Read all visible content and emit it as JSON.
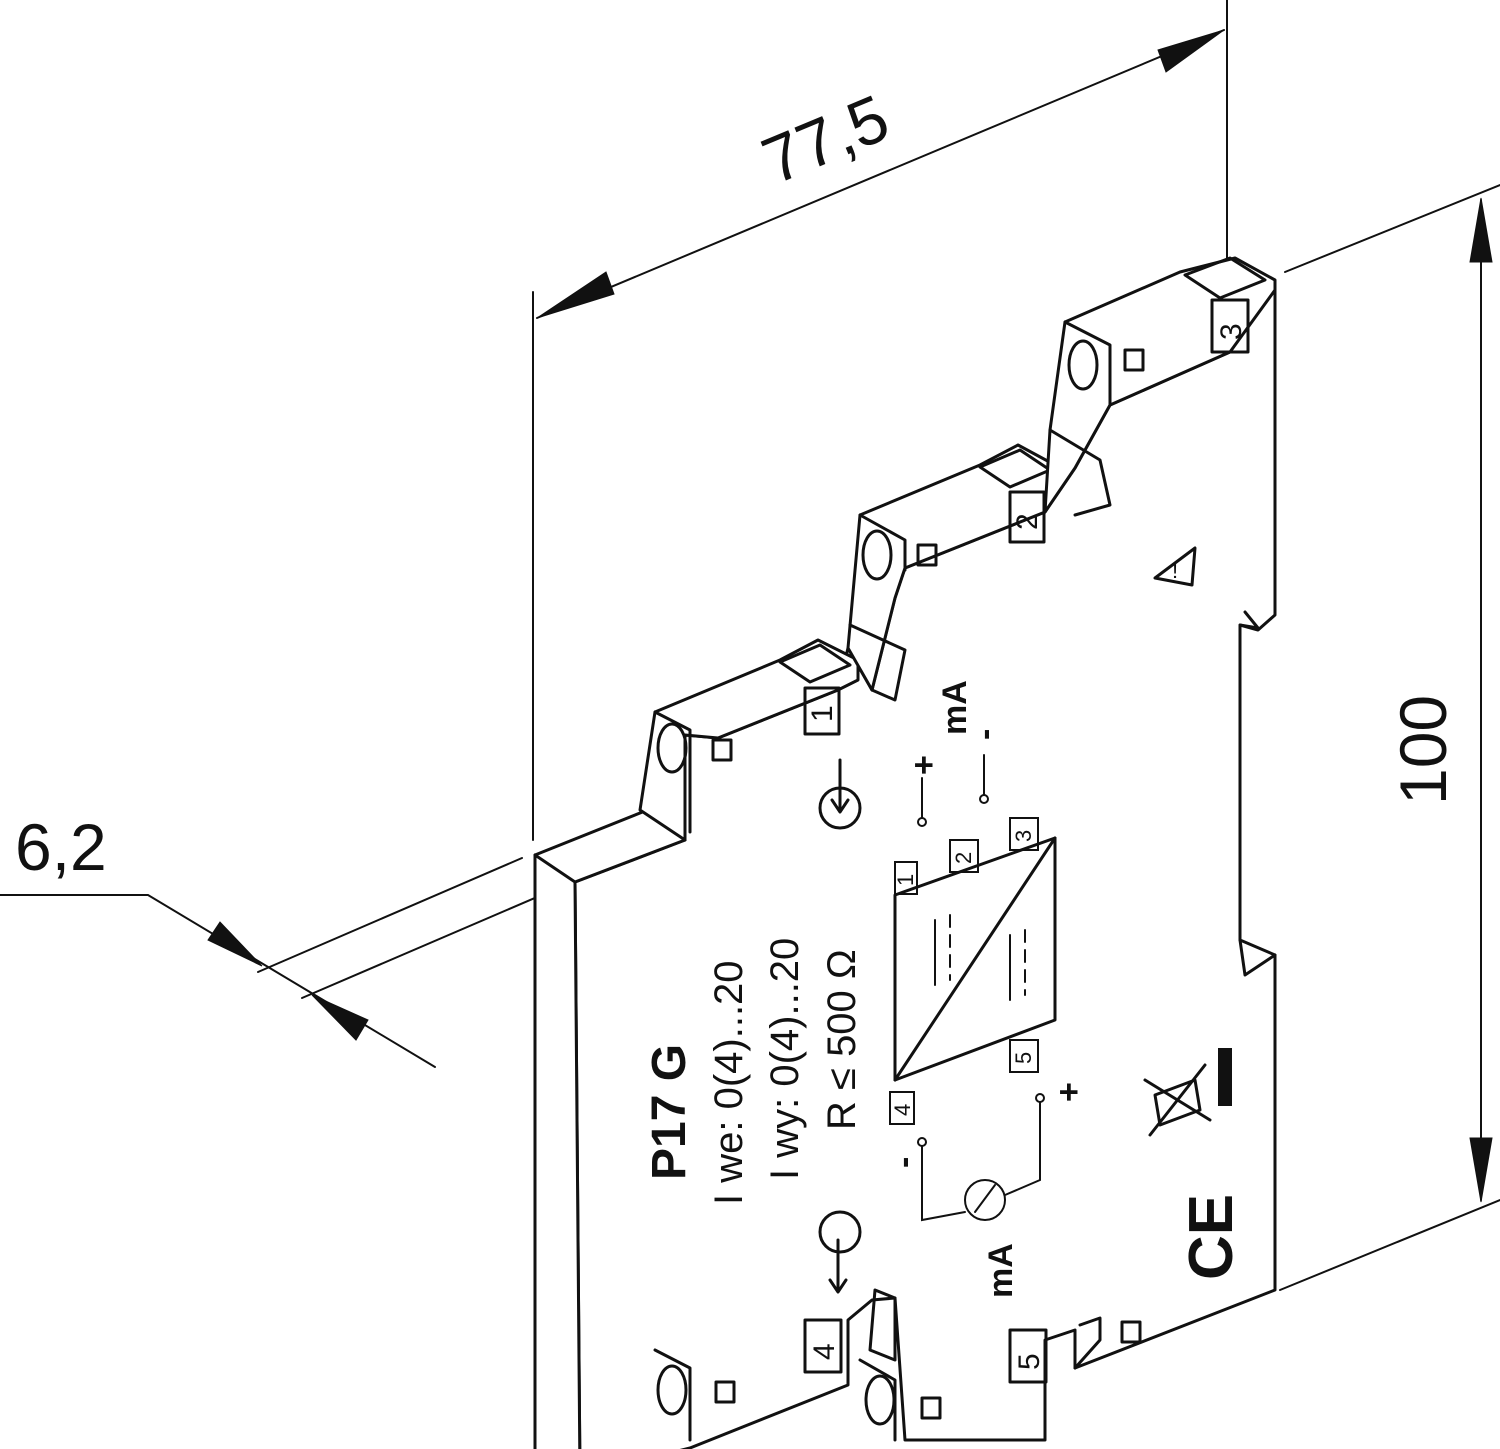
{
  "dimensions": {
    "width": "77,5",
    "height": "100",
    "depth": "6,2"
  },
  "terminals": {
    "t1": "1",
    "t2": "2",
    "t3": "3",
    "t4": "4",
    "t5": "5"
  },
  "label": {
    "model": "P17 G",
    "input_line": "I we: 0(4)...20",
    "output_line": "I wy: 0(4)...20",
    "load_line": "R ≤ 500 Ω"
  },
  "schematic": {
    "unit_top": "mA",
    "unit_bottom": "mA",
    "plus": "+",
    "minus": "-",
    "box_t1": "1",
    "box_t2": "2",
    "box_t3": "3",
    "box_t4": "4",
    "box_t5": "5"
  },
  "marks": {
    "ce": "CE"
  },
  "icons": [
    "earth-symbol-icon",
    "warning-triangle-icon",
    "weee-bin-icon",
    "ce-mark-icon",
    "mounting-hole-icon"
  ]
}
